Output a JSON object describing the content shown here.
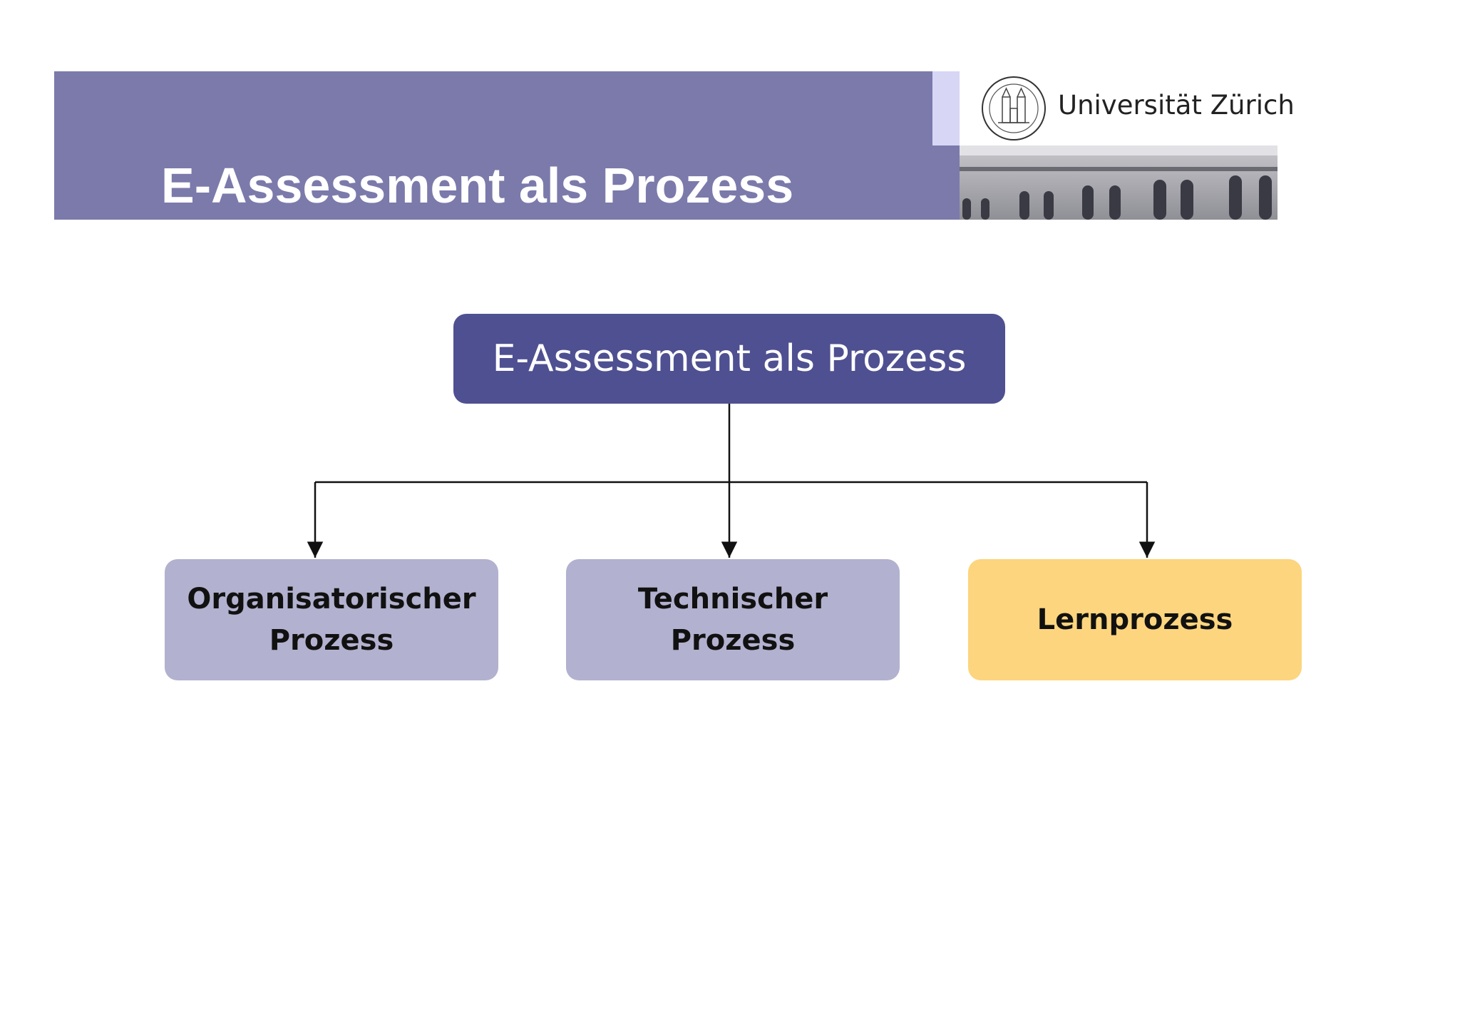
{
  "slide": {
    "title": "E-Assessment als Prozess"
  },
  "logo": {
    "text": "Universität Zürich",
    "icon": "university-seal-icon"
  },
  "diagram": {
    "root": "E-Assessment als Prozess",
    "children": [
      {
        "line1": "Organisatorischer",
        "line2": "Prozess"
      },
      {
        "line1": "Technischer",
        "line2": "Prozess"
      },
      {
        "line1": "Lernprozess",
        "line2": ""
      }
    ]
  },
  "colors": {
    "header_band": "#7b7aab",
    "root_box": "#4f5091",
    "process_box": "#b2b1cf",
    "learning_box": "#fcd57e"
  }
}
